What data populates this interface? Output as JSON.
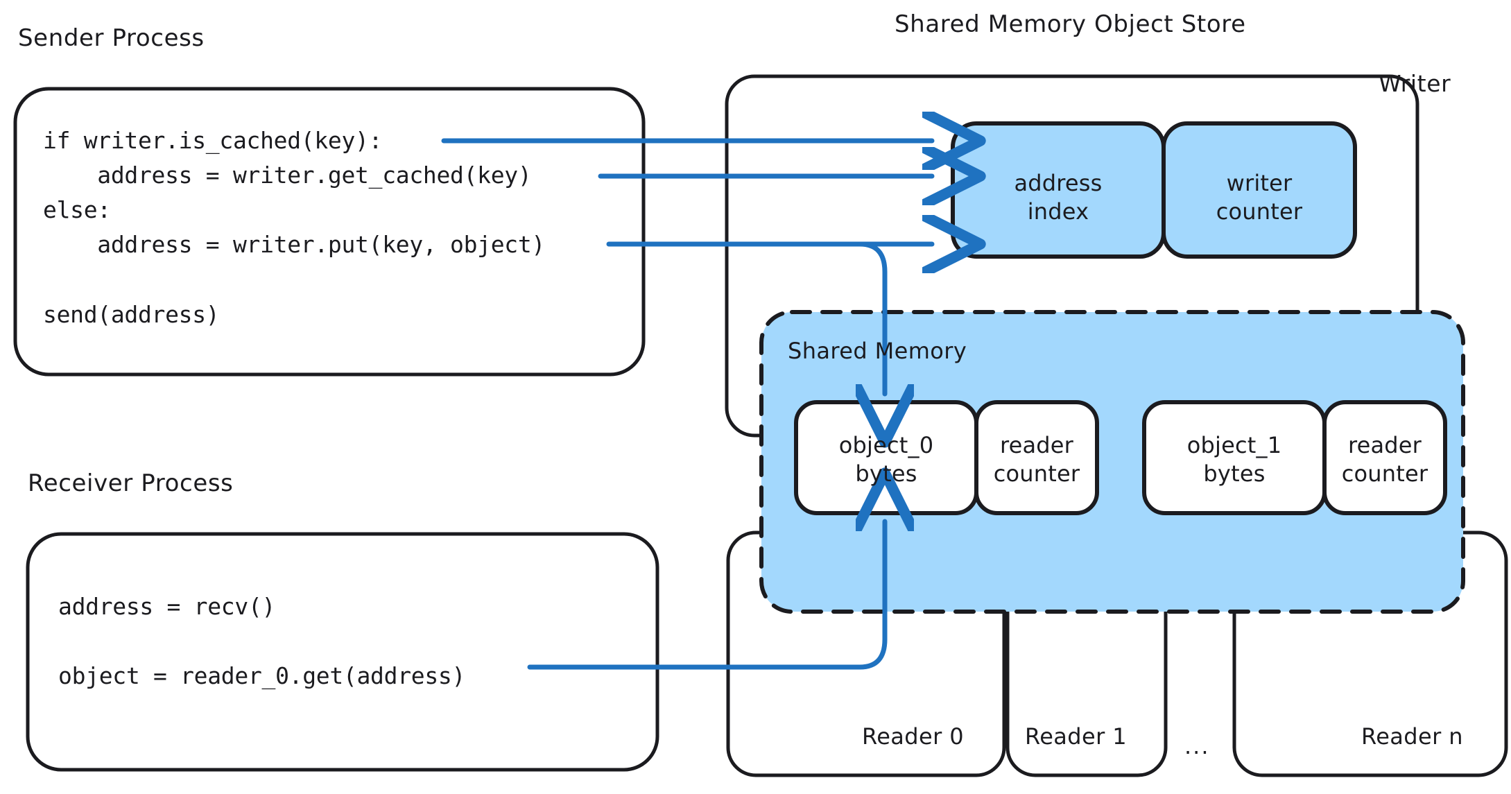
{
  "diagram": {
    "title_left_top": "Sender Process",
    "title_left_bottom": "Receiver Process",
    "title_right": "Shared Memory Object Store",
    "colors": {
      "shared_memory_fill": "#a3d8fd",
      "writer_cell_fill": "#a3d8fd",
      "arrow_blue": "#1f72c0",
      "stroke_black": "#1b1b1f",
      "page_background": "#ffffff"
    }
  },
  "sender_process": {
    "label": "Sender Process",
    "code": "if writer.is_cached(key):\n    address = writer.get_cached(key)\nelse:\n    address = writer.put(key, object)\n\nsend(address)",
    "code_lines": [
      "if writer.is_cached(key):",
      "    address = writer.get_cached(key)",
      "else:",
      "    address = writer.put(key, object)",
      "",
      "send(address)"
    ]
  },
  "receiver_process": {
    "label": "Receiver Process",
    "code": "address = recv()\n\nobject = reader_0.get(address)",
    "code_lines": [
      "address = recv()",
      "",
      "object = reader_0.get(address)"
    ]
  },
  "object_store": {
    "label": "Shared Memory Object Store",
    "writer": {
      "label": "Writer",
      "cells": [
        {
          "line1": "address",
          "line2": "index"
        },
        {
          "line1": "writer",
          "line2": "counter"
        }
      ]
    },
    "shared_memory": {
      "label": "Shared Memory",
      "slots": [
        {
          "object": {
            "line1": "object_0",
            "line2": "bytes"
          },
          "counter": {
            "line1": "reader",
            "line2": "counter"
          }
        },
        {
          "object": {
            "line1": "object_1",
            "line2": "bytes"
          },
          "counter": {
            "line1": "reader",
            "line2": "counter"
          }
        }
      ]
    },
    "readers": [
      {
        "label": "Reader 0"
      },
      {
        "label": "Reader 1"
      },
      {
        "label": "..."
      },
      {
        "label": "Reader n"
      }
    ]
  }
}
